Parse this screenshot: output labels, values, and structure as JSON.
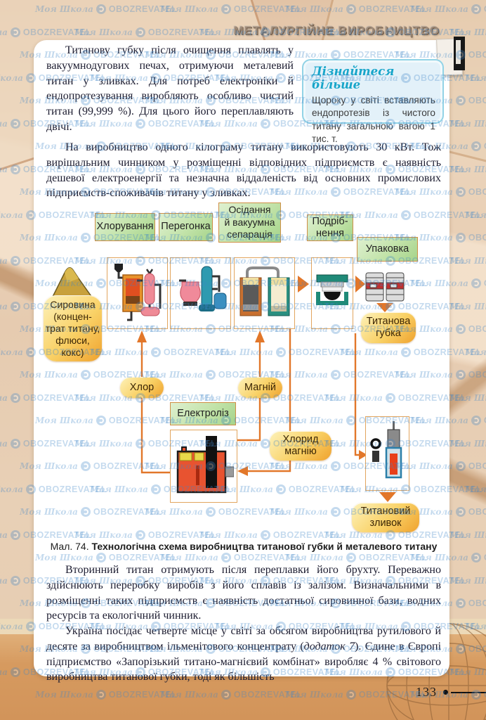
{
  "header": {
    "title": "МЕТАЛУРГІЙНЕ ВИРОБНИЦТВО"
  },
  "paragraphs": {
    "p1": "Титанову губку після очищення плавлять у вакуумнодугових печах, отримуючи металевий титан у зливках. Для потреб електроніки й ендопротезування виробляють особливо чистий титан (99,999 %). Для цього його переплавляють двічі.",
    "p2": "На виробництво одного кілограму титану використовують 30 кВт. Тож вирішальним чинником у розміщенні відповідних підприємств є наявність дешевої електроенергії та незначна віддаленість від основних промислових підприємств-споживачів титану у зливках.",
    "p3": "Вторинний титан отримують після переплавки його брухту. Переважно здійснюють переробку виробів з його сплавів із залізом. Визначальними в розміщенні таких підприємств є наявність достатньої сировинної бази, водних ресурсів та екологічний чинник.",
    "p4_before": "Україна посідає четверте місце у світі за обсягом виробництва рутилового й десяте за виробництвом ільменітового концентрату (",
    "p4_italic": "додаток 7",
    "p4_after": "). Єдине в Європі підприємство «Запорізький титано-магнієвий комбінат» виробляє 4 % світового виробництва титанової губки, тоді як більшість"
  },
  "info_box": {
    "title": "Дізнайтеся більше",
    "text": "Щороку у світі вставляють ендопротезів із чистого титану загальною вагою 1 тис. т."
  },
  "figure": {
    "caption_prefix": "Мал. 74.",
    "caption_title": "Технологічна схема виробництва титанової губки й металевого титану",
    "stages": {
      "chlorination": "Хлорування",
      "distillation": "Перегонка",
      "separation": "Осідання\nй вакуумна\nсепарація",
      "grinding": "Подріб-\nнення",
      "packing": "Упаковка",
      "electrolysis": "Електроліз"
    },
    "flows": {
      "raw": "Сировина\n(концен-\nтрат титану,\nфлюси,\nкокс)",
      "chlorine": "Хлор",
      "magnesium": "Магній",
      "mgcl2": "Хлорид\nмагнію",
      "sponge": "Титанова\nгубка",
      "ingot": "Титановий\nзливок"
    }
  },
  "footer": {
    "page_number": "133"
  },
  "watermark": {
    "site": "Моя Школа",
    "brand": "OBOZREVATEL"
  },
  "colors": {
    "flow_orange": "#e2772a",
    "stage_green": "#a6d48b",
    "label_amber": "#f0a42e",
    "info_cyan": "#17a5c9",
    "watermark_blue": "#3f86c9",
    "band_tan": "#d2945a"
  }
}
